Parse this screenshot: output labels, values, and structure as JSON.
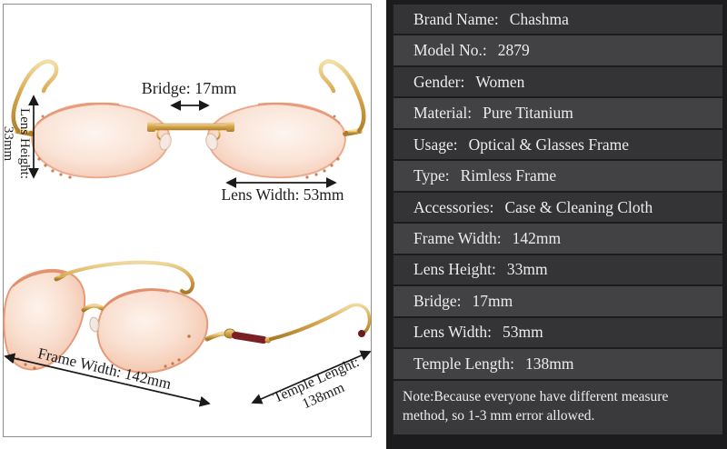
{
  "photo_panel": {
    "annotations": {
      "bridge": "Bridge: 17mm",
      "lens_height_line1": "Lens Height:",
      "lens_height_line2": "33mm",
      "lens_width": "Lens Width: 53mm",
      "frame_width": "Frame Width: 142mm",
      "temple_length_line1": "Temple Lenght:",
      "temple_length_line2": "138mm"
    }
  },
  "spec_panel": {
    "rows": [
      {
        "label": "Brand Name:",
        "value": "Chashma"
      },
      {
        "label": "Model No.:",
        "value": "2879"
      },
      {
        "label": "Gender:",
        "value": "Women"
      },
      {
        "label": "Material:",
        "value": "Pure Titanium"
      },
      {
        "label": "Usage:",
        "value": "Optical & Glasses Frame"
      },
      {
        "label": "Type:",
        "value": "Rimless Frame"
      },
      {
        "label": "Accessories:",
        "value": "Case & Cleaning Cloth"
      },
      {
        "label": "Frame Width:",
        "value": "142mm"
      },
      {
        "label": "Lens Height:",
        "value": "33mm"
      },
      {
        "label": "Bridge:",
        "value": "17mm"
      },
      {
        "label": "Lens Width:",
        "value": "53mm"
      },
      {
        "label": "Temple Length:",
        "value": "138mm"
      }
    ],
    "note": "Note:Because everyone have different measure method, so 1-3 mm error allowed."
  },
  "colors": {
    "panel_bg": "#1c1c1e",
    "row_dark": "#343436",
    "row_light": "#424244",
    "note_bg": "#3a3a3c",
    "text_light": "#ececec",
    "annotation_text": "#1d1d1d",
    "gold_frame": "#d8a94e",
    "lens_pink": "#f6d0bd",
    "lens_edge": "#e39676",
    "temple_accent_burgundy": "#7a2024",
    "photo_border": "#8f8f8f"
  }
}
